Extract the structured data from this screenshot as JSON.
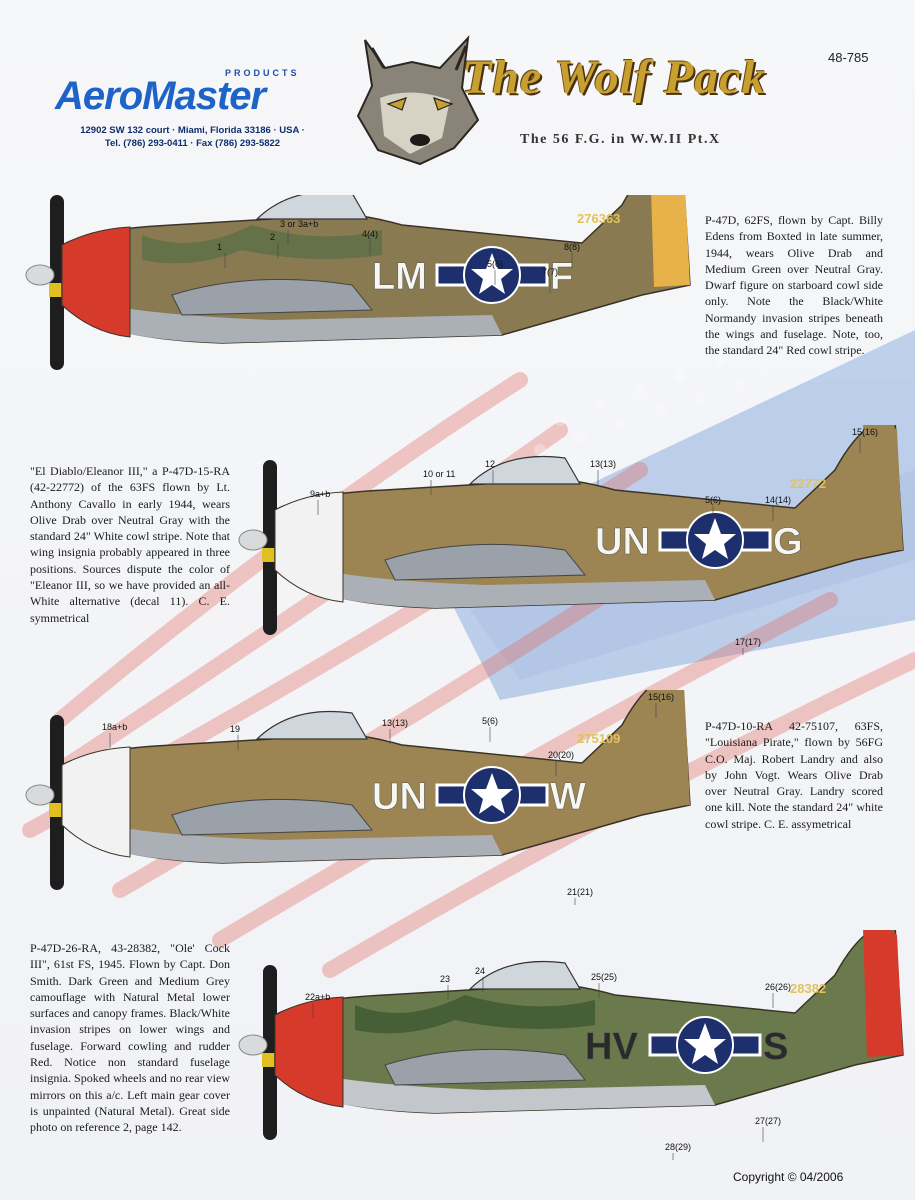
{
  "header": {
    "brand_products": "PRODUCTS",
    "brand_name": "AeroMaster",
    "address_line": "12902 SW 132 court · Miami, Florida 33186 · USA ·",
    "phone_line": "Tel. (786) 293-0411 · Fax (786) 293-5822",
    "title": "The Wolf Pack",
    "subtitle": "The 56 F.G. in W.W.II    Pt.X",
    "product_code": "48-785"
  },
  "aircraft": [
    {
      "description": "P-47D, 62FS, flown by Capt. Billy Edens from Boxted in late summer, 1944, wears Olive Drab and Medium Green over Neutral Gray. Dwarf figure on starboard cowl side only. Note the Black/White Normandy invasion stripes beneath the wings and fuselage. Note, too, the standard 24\" Red cowl stripe.",
      "code_left": "LM",
      "code_right": "F",
      "tail_serial": "276363",
      "callouts": [
        "1",
        "2",
        "3 or 3a+b",
        "4(4)",
        "5(6)",
        "7(7)",
        "8(8)"
      ],
      "colors": {
        "cowl": "#d63a2a",
        "upper": "#8a7a52",
        "camo": "#5d7048",
        "lower": "#aab0b6",
        "rudder": "#e8b24a"
      }
    },
    {
      "description": "\"El Diablo/Eleanor III,\" a P-47D-15-RA (42-22772) of the 63FS flown by Lt. Anthony Cavallo in early 1944, wears Olive Drab over Neutral Gray with the standard 24\" White cowl stripe. Note that wing insignia probably appeared in three positions. Sources dispute the color of \"Eleanor III, so we have provided an all-White alternative (decal 11). C. E. symmetrical",
      "code_left": "UN",
      "code_right": "G",
      "tail_serial": "22772",
      "callouts": [
        "9a+b",
        "10 or 11",
        "12",
        "13(13)",
        "5(6)",
        "14(14)",
        "15(16)",
        "17(17)"
      ],
      "colors": {
        "cowl": "#f2f2f2",
        "upper": "#9c8453",
        "camo": "#9c8453",
        "lower": "#aab0b6",
        "rudder": "#9c8453"
      }
    },
    {
      "description": "P-47D-10-RA 42-75107, 63FS, \"Louisiana Pirate,\" flown by 56FG C.O. Maj. Robert Landry and also by John Vogt. Wears Olive Drab over Neutral Gray. Landry scored one kill. Note the standard 24\" white cowl stripe. C. E. assymetrical",
      "code_left": "UN",
      "code_right": "W",
      "tail_serial": "275109",
      "callouts": [
        "18a+b",
        "19",
        "13(13)",
        "5(6)",
        "15(16)",
        "20(20)",
        "21(21)"
      ],
      "colors": {
        "cowl": "#f2f2f2",
        "upper": "#9c8453",
        "camo": "#9c8453",
        "lower": "#aab0b6",
        "rudder": "#9c8453"
      }
    },
    {
      "description": "P-47D-26-RA, 43-28382, \"Ole' Cock III\", 61st FS, 1945. Flown by Capt. Don Smith. Dark Green and Medium Grey camouflage with Natural Metal lower surfaces and canopy frames. Black/White invasion stripes on lower wings and fuselage. Forward cowling and rudder Red. Notice non standard fuselage insignia. Spoked wheels and no rear view mirrors on this a/c. Left main gear cover is unpainted (Natural Metal). Great side photo on reference 2, page 142.",
      "code_left": "HV",
      "code_right": "S",
      "tail_serial": "28382",
      "callouts": [
        "22a+b",
        "23",
        "24",
        "25(25)",
        "26(26)",
        "27(27)",
        "28(29)"
      ],
      "colors": {
        "cowl": "#d63a2a",
        "upper": "#6a7a4c",
        "camo": "#3f5a34",
        "lower": "#c3c7cc",
        "rudder": "#d63a2a"
      }
    }
  ],
  "footer": {
    "copyright": "Copyright © 04/2006"
  }
}
